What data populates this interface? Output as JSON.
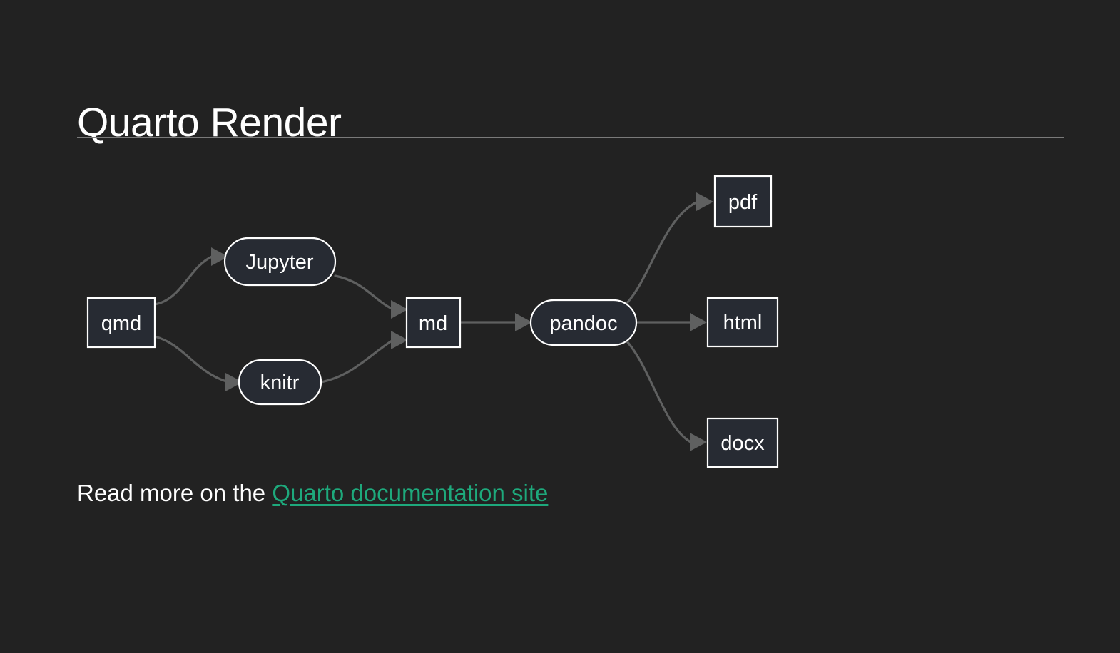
{
  "slide": {
    "title": "Quarto Render",
    "background_color": "#222222",
    "title_color": "#ffffff",
    "rule_color": "#7a7a7a"
  },
  "diagram": {
    "type": "flowchart",
    "direction": "left-to-right",
    "node_fill": "#272b33",
    "node_stroke": "#ffffff",
    "node_text_color": "#ffffff",
    "edge_color": "#5f6060",
    "nodes": [
      {
        "id": "qmd",
        "label": "qmd",
        "shape": "rect"
      },
      {
        "id": "jupyter",
        "label": "Jupyter",
        "shape": "stadium"
      },
      {
        "id": "knitr",
        "label": "knitr",
        "shape": "stadium"
      },
      {
        "id": "md",
        "label": "md",
        "shape": "rect"
      },
      {
        "id": "pandoc",
        "label": "pandoc",
        "shape": "stadium"
      },
      {
        "id": "pdf",
        "label": "pdf",
        "shape": "rect"
      },
      {
        "id": "html",
        "label": "html",
        "shape": "rect"
      },
      {
        "id": "docx",
        "label": "docx",
        "shape": "rect"
      }
    ],
    "edges": [
      {
        "from": "qmd",
        "to": "jupyter"
      },
      {
        "from": "qmd",
        "to": "knitr"
      },
      {
        "from": "jupyter",
        "to": "md"
      },
      {
        "from": "knitr",
        "to": "md"
      },
      {
        "from": "md",
        "to": "pandoc"
      },
      {
        "from": "pandoc",
        "to": "pdf"
      },
      {
        "from": "pandoc",
        "to": "html"
      },
      {
        "from": "pandoc",
        "to": "docx"
      }
    ]
  },
  "footer": {
    "text_prefix": "Read more on the ",
    "link_label": "Quarto documentation site",
    "link_color": "#1ea97c"
  }
}
